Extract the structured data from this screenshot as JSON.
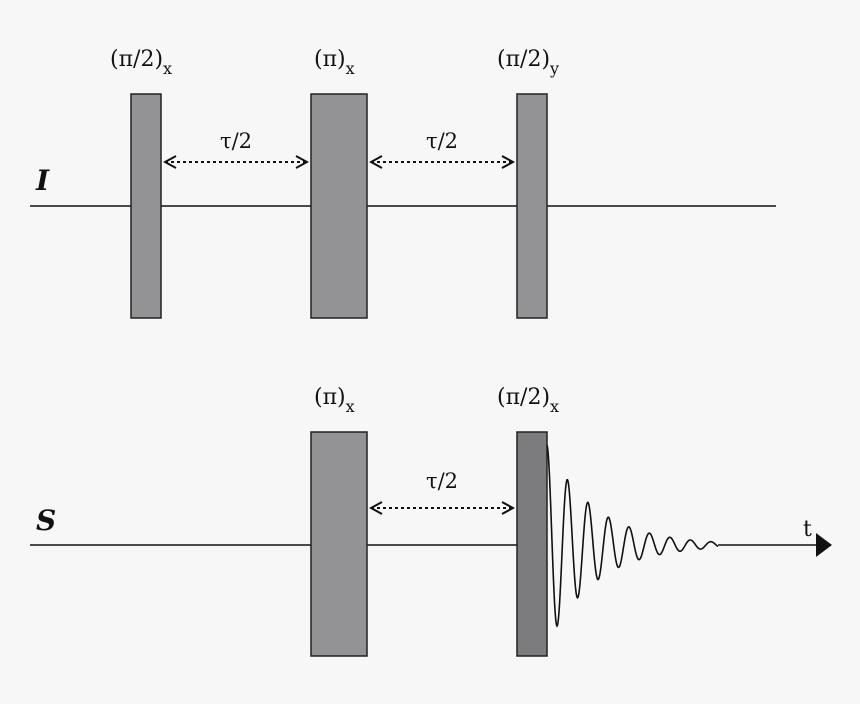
{
  "channels": {
    "I": {
      "label": "I"
    },
    "S": {
      "label": "S"
    }
  },
  "pulses": {
    "I1": {
      "main": "(π/2)",
      "sub": "x"
    },
    "I2": {
      "main": "(π)",
      "sub": "x"
    },
    "I3": {
      "main": "(π/2)",
      "sub": "y"
    },
    "S1": {
      "main": "(π)",
      "sub": "x"
    },
    "S2": {
      "main": "(π/2)",
      "sub": "x"
    }
  },
  "delays": {
    "I_a": "τ/2",
    "I_b": "τ/2",
    "S_a": "τ/2"
  },
  "time_axis": {
    "label": "t"
  },
  "colors": {
    "pulse": "#939395",
    "pulse_dark": "#7c7c7e",
    "line": "#111111",
    "background": "#f7f7f7"
  }
}
